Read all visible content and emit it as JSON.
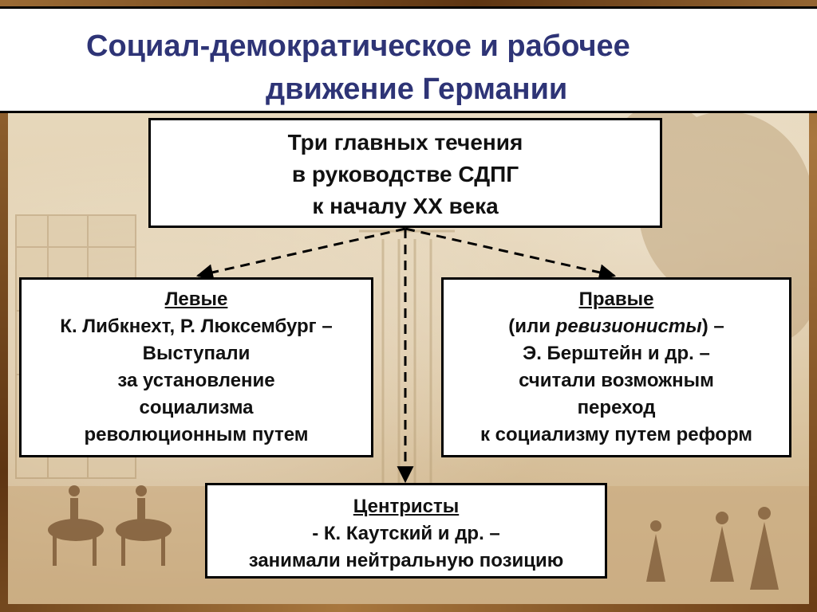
{
  "title": {
    "line1": "Социал-демократическое и рабочее",
    "line2": "движение Германии"
  },
  "header": {
    "line1": "Три главных течения",
    "line2": "в руководстве СДПГ",
    "line3": "к началу XX века"
  },
  "left": {
    "heading": "Левые",
    "line1": "К. Либкнехт, Р. Люксембург –",
    "line2": "Выступали",
    "line3": "за установление",
    "line4": "социализма",
    "line5": "революционным путем"
  },
  "right": {
    "heading": "Правые",
    "line1_before": "(или ",
    "line1_italic": "ревизионисты",
    "line1_after": ") –",
    "line2": "Э. Берштейн и др. –",
    "line3": "считали возможным",
    "line4": "переход",
    "line5": "к социализму путем реформ"
  },
  "center": {
    "heading": "Центристы",
    "line1": "- К. Каутский и др. –",
    "line2": "занимали нейтральную позицию"
  },
  "colors": {
    "title_text": "#2e3476",
    "box_border": "#000000",
    "box_fill": "#ffffff",
    "frame": "#7a4a20"
  }
}
